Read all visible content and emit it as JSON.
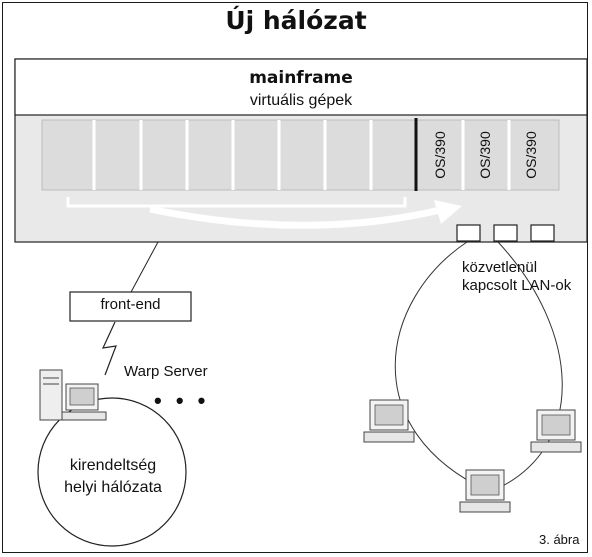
{
  "title": "Új hálózat",
  "mainframe": {
    "name": "mainframe",
    "subtitle": "virtuális gépek",
    "os_labels": [
      "OS/390",
      "OS/390",
      "OS/390"
    ]
  },
  "front_end": {
    "label": "front-end"
  },
  "warp_server": {
    "label": "Warp Server"
  },
  "lan": {
    "line1": "közvetlenül",
    "line2": "kapcsolt LAN-ok"
  },
  "branch": {
    "line1": "kirendeltség",
    "line2": "helyi hálózata",
    "more": "• • •"
  },
  "figure_label": "3. ábra",
  "colors": {
    "mainframe_fill": "#e9e9e9",
    "slot_fill": "#dcdcdc",
    "line": "#222222"
  }
}
